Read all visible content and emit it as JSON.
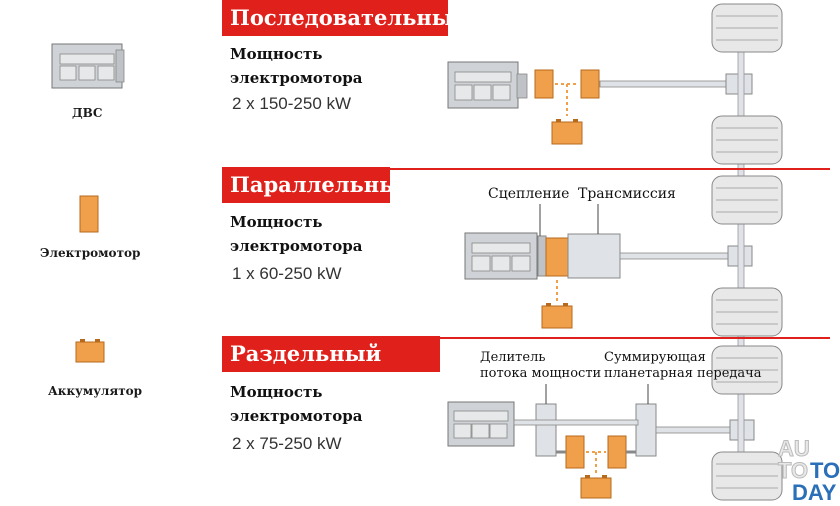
{
  "legend": {
    "engine_label": "ДВС",
    "motor_label": "Электромотор",
    "battery_label": "Аккумулятор"
  },
  "rows": [
    {
      "title": "Последовательный",
      "power_label_line1": "Мощность",
      "power_label_line2": "электромотора",
      "power_value": "2 x 150-250 kW"
    },
    {
      "title": "Параллельный",
      "power_label_line1": "Мощность",
      "power_label_line2": "электромотора",
      "power_value": "1 x 60-250 kW",
      "callout_left": "Сцепление",
      "callout_right": "Трансмиссия"
    },
    {
      "title": "Раздельный (сплит)",
      "power_label_line1": "Мощность",
      "power_label_line2": "электромотора",
      "power_value": "2 x 75-250 kW",
      "callout_left_line1": "Делитель",
      "callout_left_line2": "потока мощности",
      "callout_right_line1": "Суммирующая",
      "callout_right_line2": "планетарная передача"
    }
  ],
  "watermark": {
    "part1": "AU",
    "part2": "TO",
    "part3": "TO",
    "part4": "DAY"
  },
  "colors": {
    "accent_red": "#e0211b",
    "motor_orange": "#f0a04b",
    "engine_gray": "#c9ccd0",
    "wheel_gray": "#d8d8d8",
    "watermark_blue": "#2a6fb8"
  }
}
